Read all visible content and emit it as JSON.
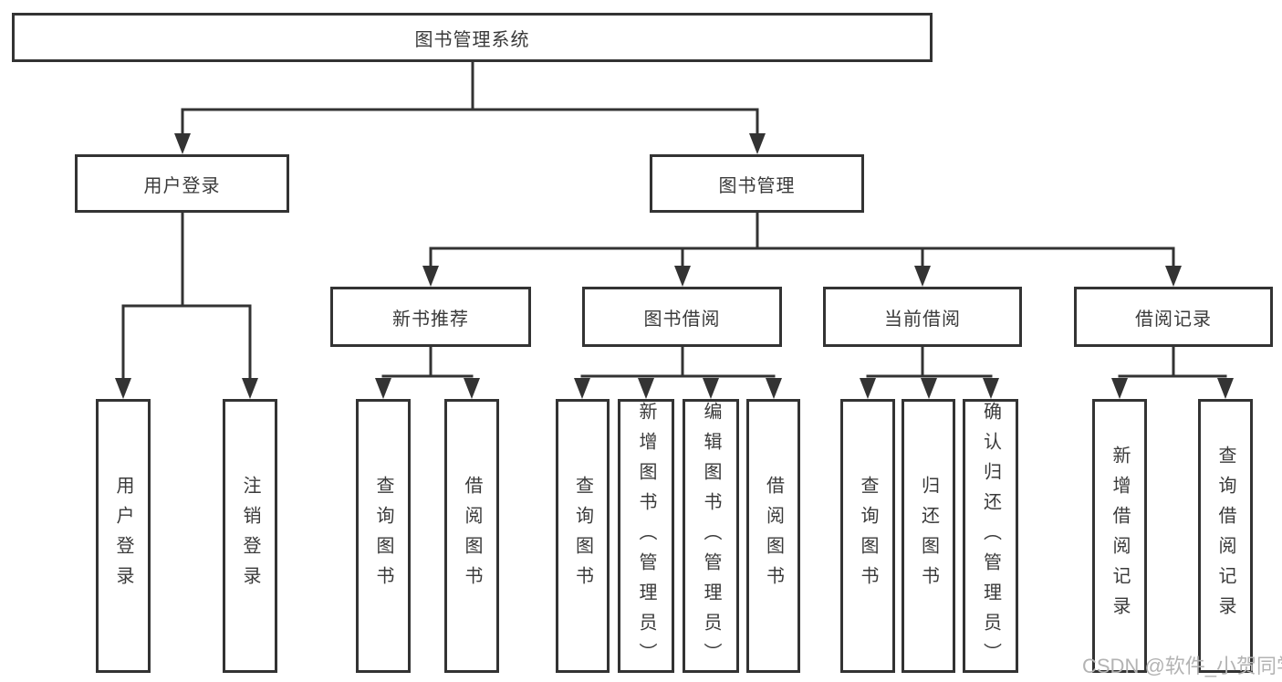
{
  "tree": {
    "root": "图书管理系统",
    "branches": [
      {
        "label": "用户登录",
        "children": [
          "用户登录",
          "注销登录"
        ]
      },
      {
        "label": "图书管理",
        "children": [
          {
            "label": "新书推荐",
            "children": [
              "查询图书",
              "借阅图书"
            ]
          },
          {
            "label": "图书借阅",
            "children": [
              "查询图书",
              "新增图书（管理员）",
              "编辑图书（管理员）",
              "借阅图书"
            ]
          },
          {
            "label": "当前借阅",
            "children": [
              "查询图书",
              "归还图书",
              "确认归还（管理员）"
            ]
          },
          {
            "label": "借阅记录",
            "children": [
              "新增借阅记录",
              "查询借阅记录"
            ]
          }
        ]
      }
    ]
  },
  "watermark": "CSDN @软件_小贺同学",
  "colors": {
    "line": "#333333",
    "text": "#3a3a3a",
    "watermark": "#b3b3b3",
    "background": "#ffffff"
  }
}
